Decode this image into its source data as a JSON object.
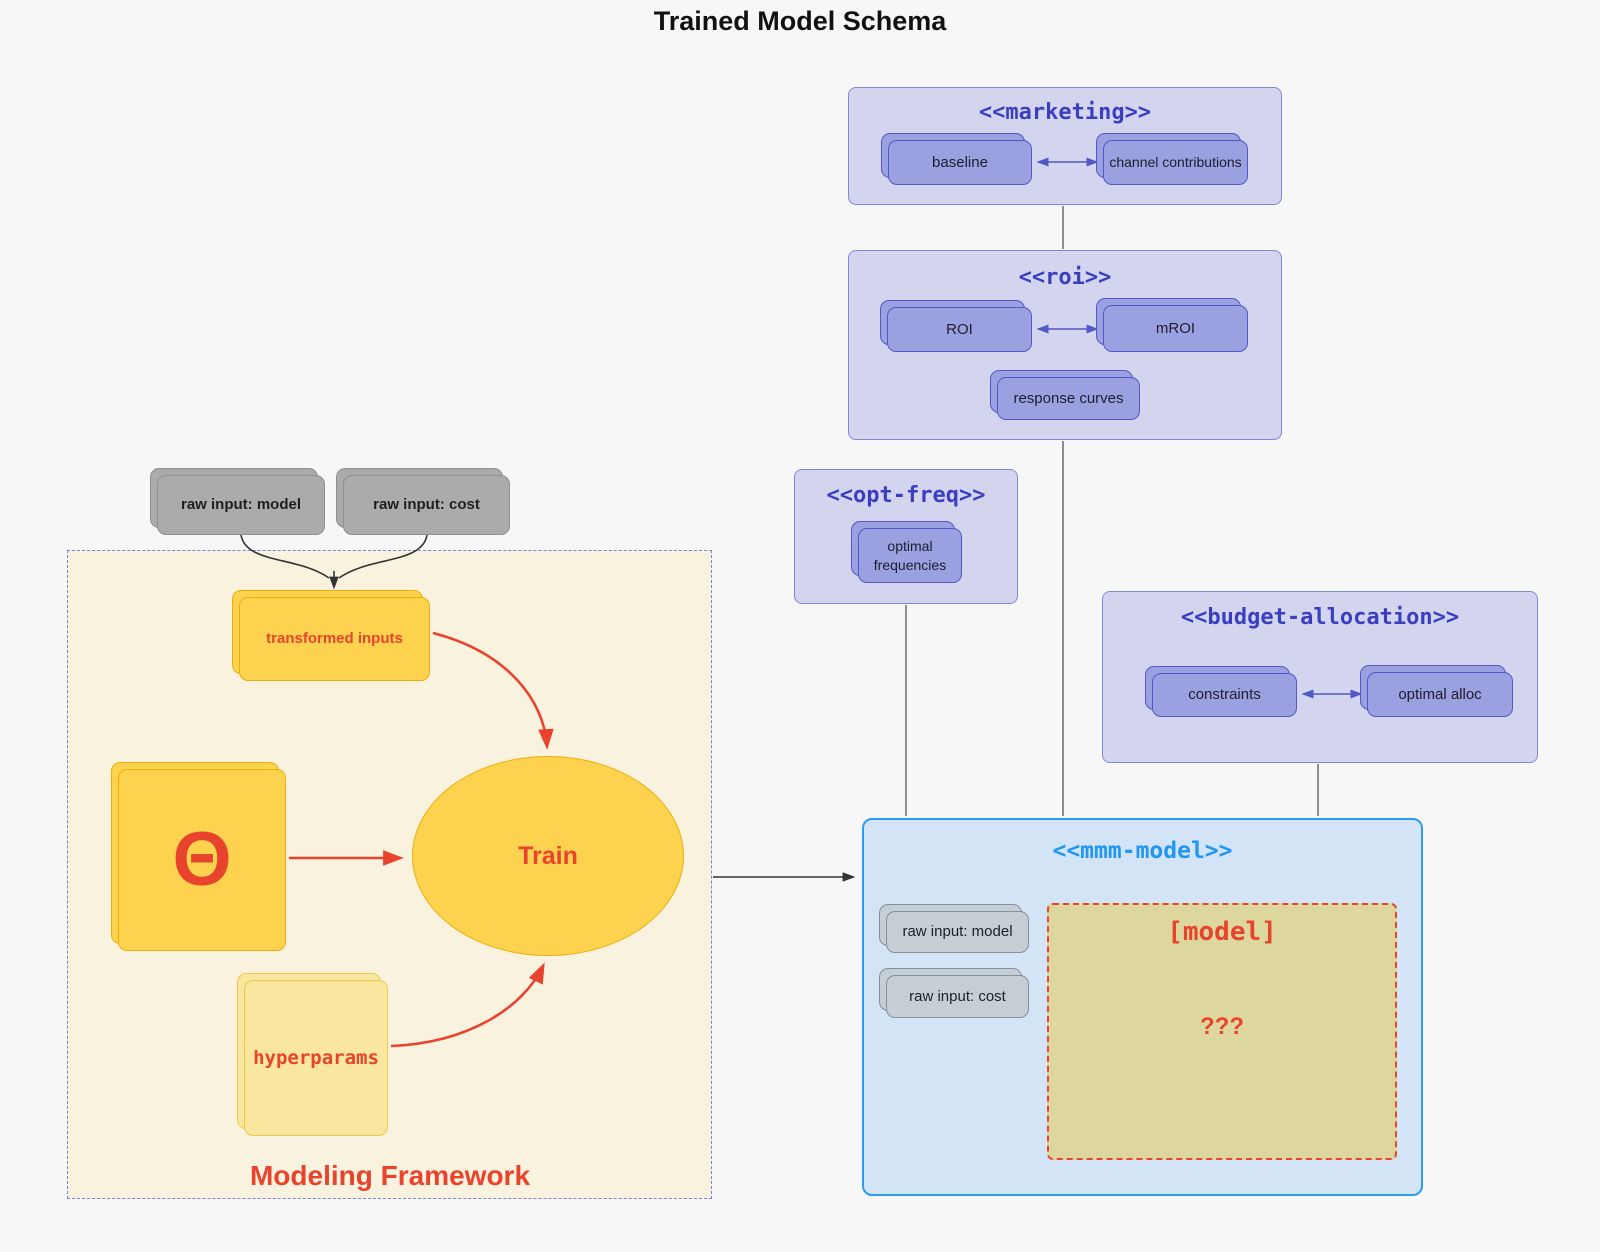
{
  "title": "Trained Model Schema",
  "external_inputs": {
    "raw_input_model": "raw input: model",
    "raw_input_cost": "raw input: cost"
  },
  "clusters": {
    "marketing": {
      "title": "<<marketing>>",
      "baseline": "baseline",
      "channel_contributions": "channel contributions"
    },
    "roi": {
      "title": "<<roi>>",
      "roi": "ROI",
      "mroi": "mROI",
      "response_curves": "response curves"
    },
    "opt_freq": {
      "title": "<<opt-freq>>",
      "optimal_frequencies": "optimal frequencies"
    },
    "budget_allocation": {
      "title": "<<budget-allocation>>",
      "constraints": "constraints",
      "optimal_alloc": "optimal alloc"
    },
    "mmm_model": {
      "title": "<<mmm-model>>",
      "raw_input_model": "raw input: model",
      "raw_input_cost": "raw input: cost",
      "model_tag": "[model]",
      "model_unknown": "???"
    },
    "modeling_framework": {
      "label": "Modeling Framework",
      "transformed_inputs": "transformed inputs",
      "theta": "Θ",
      "hyperparams": "hyperparams",
      "train": "Train"
    }
  },
  "colors": {
    "background": "#f7f7f8",
    "cluster_fill": "#d3d5ef",
    "cluster_border": "#8186d8",
    "cluster_title": "#3b3fbf",
    "purple_node_fill": "#9ba1e0",
    "purple_node_border": "#5158c7",
    "mmm_fill": "#d2e4f6",
    "mmm_border": "#2e9bf2",
    "mmm_title": "#2196f3",
    "model_box_fill": "#ddd79e",
    "accent_red": "#e8432d",
    "framework_fill": "#f9f2df",
    "framework_border": "#7c81dd",
    "yellow_fill": "#fcd24f",
    "yellow_border": "#eeae0a",
    "hyperparams_fill": "#f9e79f",
    "gray_fill": "#ababab",
    "bluegray_fill": "#c5ced5"
  }
}
